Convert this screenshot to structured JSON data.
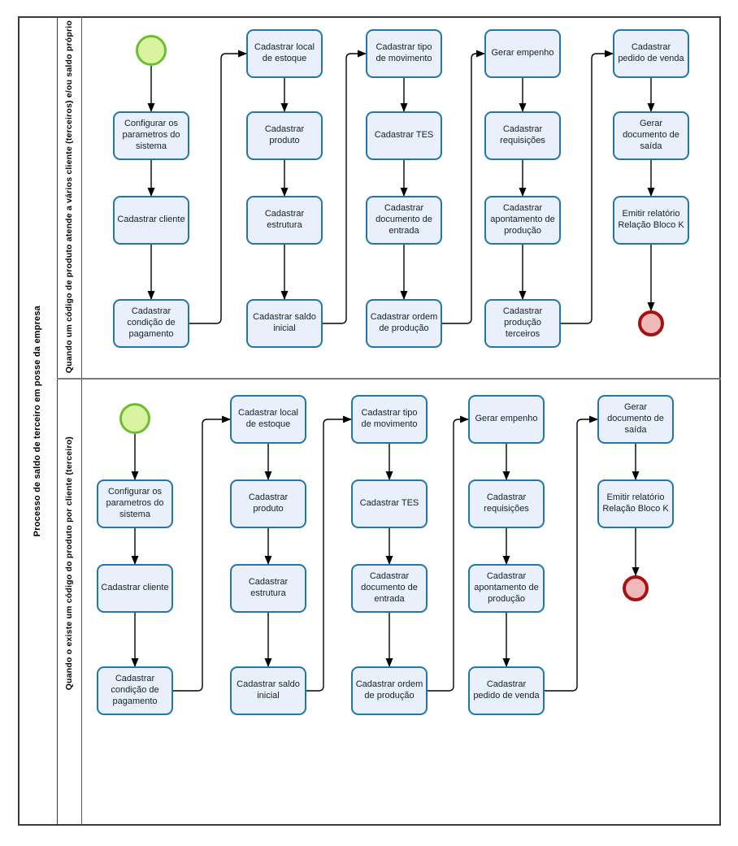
{
  "diagram": {
    "pool_title": "Processo de saldo de terceiro em posse da empresa",
    "lanes": [
      {
        "title": "Quando um código de produto atende a vários cliente (terceiros) e/ou saldo próprio",
        "nodes": [
          {
            "type": "start",
            "label": ""
          },
          {
            "type": "task",
            "label": "Configurar os parametros do sistema"
          },
          {
            "type": "task",
            "label": "Cadastrar cliente"
          },
          {
            "type": "task",
            "label": "Cadastrar condição de pagamento"
          },
          {
            "type": "task",
            "label": "Cadastrar local de estoque"
          },
          {
            "type": "task",
            "label": "Cadastrar produto"
          },
          {
            "type": "task",
            "label": "Cadastrar estrutura"
          },
          {
            "type": "task",
            "label": "Cadastrar saldo inicial"
          },
          {
            "type": "task",
            "label": "Cadastrar tipo de movimento"
          },
          {
            "type": "task",
            "label": "Cadastrar TES"
          },
          {
            "type": "task",
            "label": "Cadastrar documento de entrada"
          },
          {
            "type": "task",
            "label": "Cadastrar ordem de produção"
          },
          {
            "type": "task",
            "label": "Gerar empenho"
          },
          {
            "type": "task",
            "label": "Cadastrar requisições"
          },
          {
            "type": "task",
            "label": "Cadastrar apontamento de produção"
          },
          {
            "type": "task",
            "label": "Cadastrar produção terceiros"
          },
          {
            "type": "task",
            "label": "Cadastrar pedido de venda"
          },
          {
            "type": "task",
            "label": "Gerar documento de saída"
          },
          {
            "type": "task",
            "label": "Emitir relatório Relação Bloco K"
          },
          {
            "type": "end",
            "label": ""
          }
        ]
      },
      {
        "title": "Quando o existe um código do produto por cliente (terceiro)",
        "nodes": [
          {
            "type": "start",
            "label": ""
          },
          {
            "type": "task",
            "label": "Configurar os parametros do sistema"
          },
          {
            "type": "task",
            "label": "Cadastrar cliente"
          },
          {
            "type": "task",
            "label": "Cadastrar condição de pagamento"
          },
          {
            "type": "task",
            "label": "Cadastrar local de estoque"
          },
          {
            "type": "task",
            "label": "Cadastrar produto"
          },
          {
            "type": "task",
            "label": "Cadastrar estrutura"
          },
          {
            "type": "task",
            "label": "Cadastrar saldo inicial"
          },
          {
            "type": "task",
            "label": "Cadastrar tipo de movimento"
          },
          {
            "type": "task",
            "label": "Cadastrar TES"
          },
          {
            "type": "task",
            "label": "Cadastrar documento de entrada"
          },
          {
            "type": "task",
            "label": "Cadastrar ordem de produção"
          },
          {
            "type": "task",
            "label": "Gerar empenho"
          },
          {
            "type": "task",
            "label": "Cadastrar requisições"
          },
          {
            "type": "task",
            "label": "Cadastrar apontamento de produção"
          },
          {
            "type": "task",
            "label": "Cadastrar pedido de venda"
          },
          {
            "type": "task",
            "label": "Gerar documento de saída"
          },
          {
            "type": "task",
            "label": "Emitir relatório Relação Bloco K"
          },
          {
            "type": "end",
            "label": ""
          }
        ]
      }
    ],
    "colors": {
      "task_fill": "#E9EFFB",
      "task_stroke": "#2077A8",
      "start_fill": "#D8F4A0",
      "start_stroke": "#6CBE2E",
      "end_fill": "#F0B9B9",
      "end_stroke": "#A61111",
      "connector": "#000000"
    }
  }
}
